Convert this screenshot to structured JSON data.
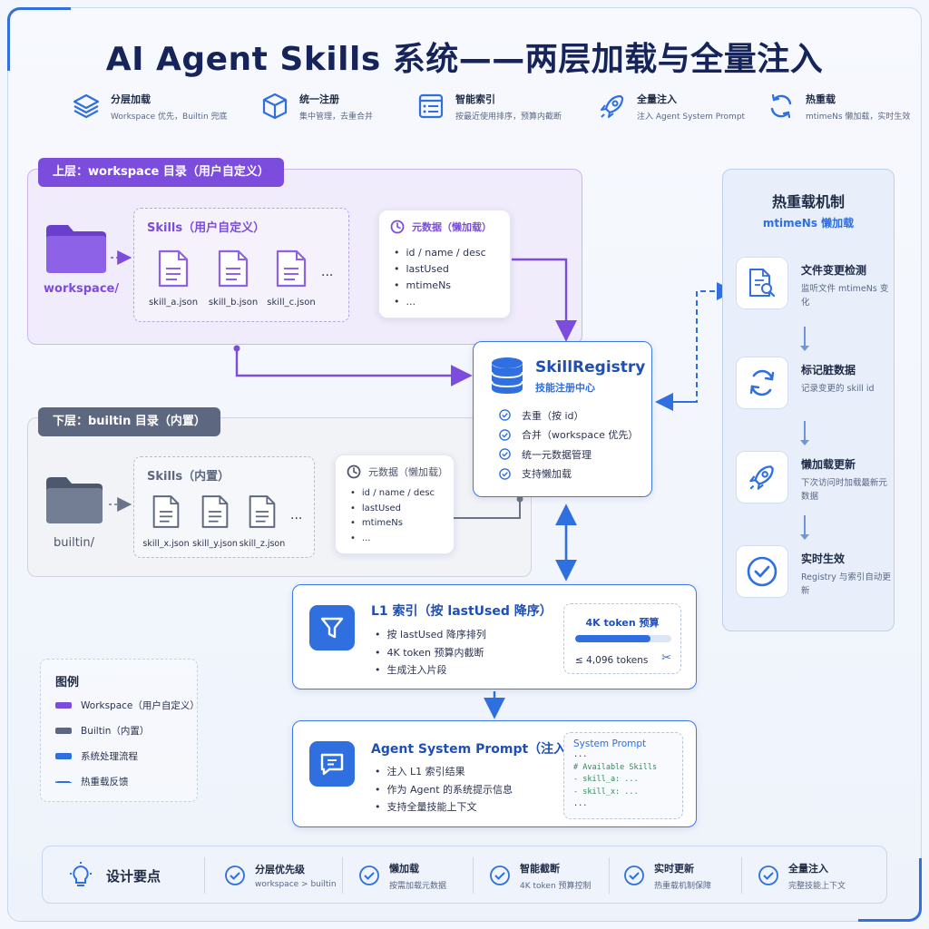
{
  "title": "AI Agent Skills 系统——两层加载与全量注入",
  "features": [
    {
      "title": "分层加载",
      "desc": "Workspace 优先，Builtin 兜底",
      "icon": "layers-icon"
    },
    {
      "title": "统一注册",
      "desc": "集中管理，去重合并",
      "icon": "cube-icon"
    },
    {
      "title": "智能索引",
      "desc": "按最近使用排序，预算内截断",
      "icon": "list-icon"
    },
    {
      "title": "全量注入",
      "desc": "注入 Agent System Prompt",
      "icon": "rocket-icon"
    },
    {
      "title": "热重载",
      "desc": "mtimeNs 懒加载，实时生效",
      "icon": "refresh-icon"
    }
  ],
  "upper": {
    "tag": "上层：workspace 目录（用户自定义）",
    "folder_label": "workspace/",
    "skills_title": "Skills（用户自定义）",
    "files": [
      "skill_a.json",
      "skill_b.json",
      "skill_c.json"
    ],
    "ellipsis": "...",
    "meta_title": "元数据（懒加载）",
    "meta_items": [
      "id / name / desc",
      "lastUsed",
      "mtimeNs",
      "..."
    ]
  },
  "lower": {
    "tag": "下层：builtin 目录（内置）",
    "folder_label": "builtin/",
    "skills_title": "Skills（内置）",
    "files": [
      "skill_x.json",
      "skill_y.json",
      "skill_z.json"
    ],
    "ellipsis": "...",
    "meta_title": "元数据（懒加载）",
    "meta_items": [
      "id / name / desc",
      "lastUsed",
      "mtimeNs",
      "..."
    ]
  },
  "registry": {
    "title": "SkillRegistry",
    "subtitle": "技能注册中心",
    "items": [
      "去重（按 id）",
      "合并（workspace 优先）",
      "统一元数据管理",
      "支持懒加载"
    ]
  },
  "hot_reload": {
    "title": "热重载机制",
    "subtitle": "mtimeNs 懒加载",
    "steps": [
      {
        "title": "文件变更检测",
        "desc": "监听文件 mtimeNs 变化",
        "icon": "file-search-icon"
      },
      {
        "title": "标记脏数据",
        "desc": "记录变更的 skill id",
        "icon": "sync-icon"
      },
      {
        "title": "懒加载更新",
        "desc": "下次访问时加载最新元数据",
        "icon": "rocket-icon"
      },
      {
        "title": "实时生效",
        "desc": "Registry 与索引自动更新",
        "icon": "check-circle-icon"
      }
    ]
  },
  "l1": {
    "title": "L1 索引（按 lastUsed 降序）",
    "items": [
      "按 lastUsed 降序排列",
      "4K token 预算内截断",
      "生成注入片段"
    ],
    "budget_title": "4K token 预算",
    "budget_fill": 0.78,
    "budget_value": "≤ 4,096 tokens"
  },
  "prompt": {
    "title": "Agent System Prompt（注入）",
    "items": [
      "注入 L1 索引结果",
      "作为 Agent 的系统提示信息",
      "支持全量技能上下文"
    ],
    "code_title": "System Prompt",
    "code_lines": [
      "...",
      "# Available Skills",
      "- skill_a: ...",
      "- skill_x: ...",
      "..."
    ]
  },
  "legend": {
    "title": "图例",
    "items": [
      {
        "label": "Workspace（用户自定义）",
        "color": "#7c4ddc"
      },
      {
        "label": "Builtin（内置）",
        "color": "#5d6880"
      },
      {
        "label": "系统处理流程",
        "color": "#2f6fe0"
      },
      {
        "label": "热重载反馈",
        "color": "#2f6fe0"
      }
    ]
  },
  "design": {
    "title": "设计要点",
    "items": [
      {
        "title": "分层优先级",
        "desc": "workspace > builtin"
      },
      {
        "title": "懒加载",
        "desc": "按需加载元数据"
      },
      {
        "title": "智能截断",
        "desc": "4K token 预算控制"
      },
      {
        "title": "实时更新",
        "desc": "热重载机制保障"
      },
      {
        "title": "全量注入",
        "desc": "完整技能上下文"
      }
    ]
  },
  "colors": {
    "workspace": "#7c4ddc",
    "builtin": "#5d6880",
    "system": "#2f6fe0"
  }
}
